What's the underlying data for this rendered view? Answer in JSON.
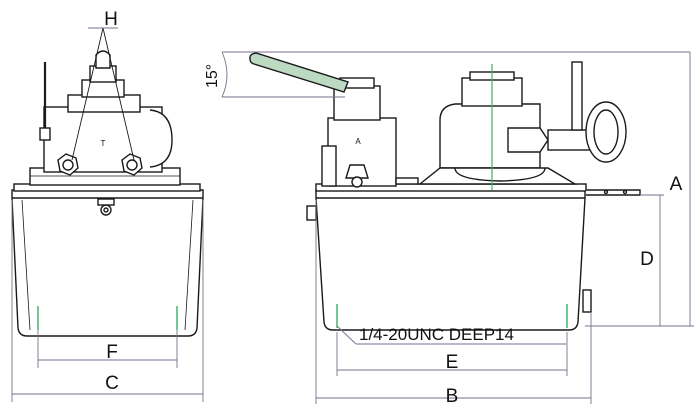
{
  "dimensions": {
    "H": "H",
    "F": "F",
    "C": "C",
    "A": "A",
    "D": "D",
    "E": "E",
    "B": "B"
  },
  "angle_label": "15°",
  "thread_note": "1/4-20UNC DEEP14",
  "port_labels": {
    "front_port": "T",
    "side_port": "A"
  },
  "colors": {
    "outline": "#1a1a1a",
    "dimension_line": "#7a6f8c",
    "handle_fill": "#bcd9c2",
    "center_line": "#3caf6a",
    "body_fill": "#ffffff"
  }
}
